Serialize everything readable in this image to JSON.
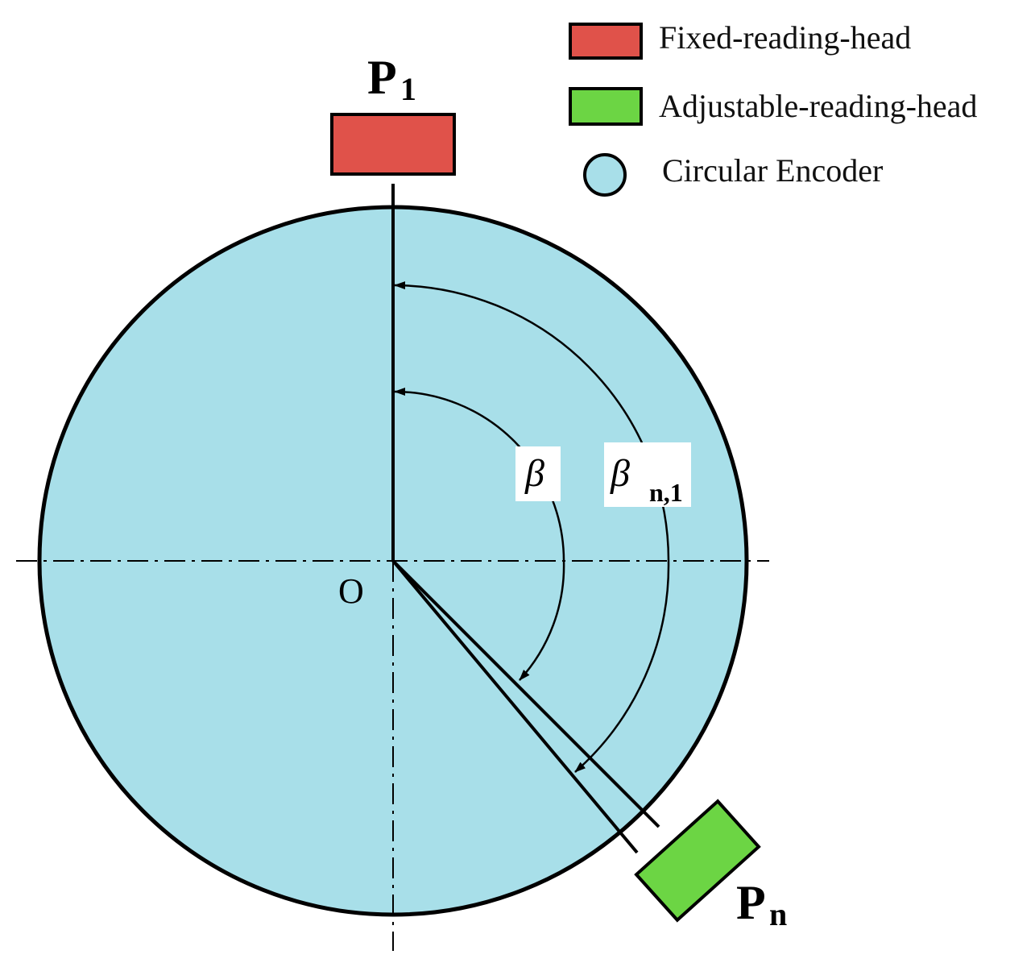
{
  "colors": {
    "fixed_head": "#e0524a",
    "adjustable_head": "#6cd544",
    "encoder": "#a8dfe9",
    "stroke": "#000000"
  },
  "legend": {
    "items": [
      {
        "label": "Fixed-reading-head",
        "icon": "red-rectangle-icon"
      },
      {
        "label": "Adjustable-reading-head",
        "icon": "green-rectangle-icon"
      },
      {
        "label": "Circular Encoder",
        "icon": "blue-circle-icon"
      }
    ]
  },
  "heads": {
    "p1": {
      "main": "P",
      "sub": "1"
    },
    "pn": {
      "main": "P",
      "sub": "n"
    }
  },
  "angles": {
    "beta": {
      "symbol": "β"
    },
    "beta_n1": {
      "symbol": "β",
      "sub": "n,1"
    }
  },
  "origin": {
    "label": "O"
  }
}
